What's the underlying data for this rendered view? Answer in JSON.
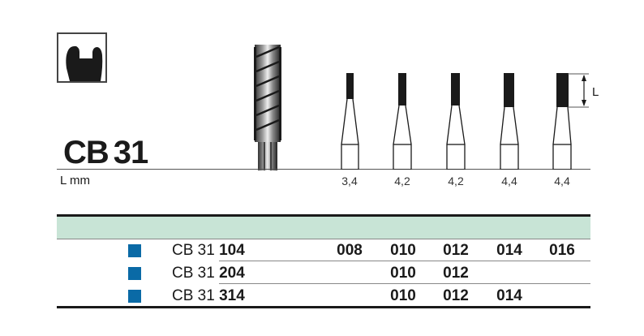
{
  "product": {
    "title_prefix": "CB",
    "title_number": "31",
    "shape_icon": "cylinder-bur-cross-section-icon"
  },
  "dimensions": {
    "row_label": "L mm",
    "dimension_marker": "L",
    "lengths": [
      "3,4",
      "4,2",
      "4,2",
      "4,4",
      "4,4"
    ]
  },
  "colors": {
    "header_band": "#c8e4d6",
    "marker_square": "#0a6aa6",
    "rule": "#1a1a1a"
  },
  "table": {
    "rows": [
      {
        "prefix": "CB 31 ",
        "suffix": "104",
        "sizes": [
          "008",
          "010",
          "012",
          "014",
          "016"
        ]
      },
      {
        "prefix": "CB 31 ",
        "suffix": "204",
        "sizes": [
          "",
          "010",
          "012",
          "",
          ""
        ]
      },
      {
        "prefix": "CB 31 ",
        "suffix": "314",
        "sizes": [
          "",
          "010",
          "012",
          "014",
          ""
        ]
      }
    ]
  }
}
